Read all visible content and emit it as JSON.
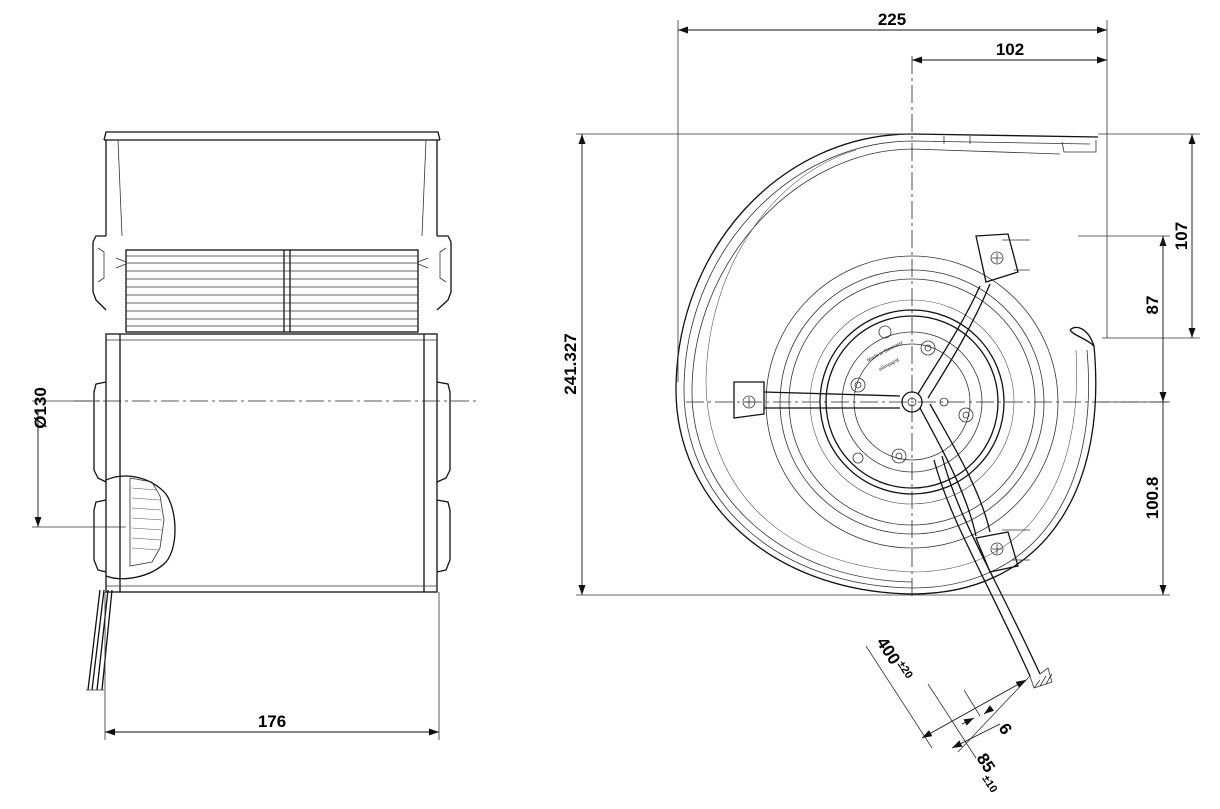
{
  "dimensions": {
    "side_width": "176",
    "side_diameter": "Ø130",
    "front_width": "225",
    "front_offset": "102",
    "front_height": "241.327",
    "outlet_107": "107",
    "outlet_87": "87",
    "center_lower": "100.8",
    "cable_length": "400",
    "cable_length_tol": "±20",
    "wire_strip": "6",
    "cable_end": "85",
    "cable_end_tol": "±10"
  },
  "label": {
    "made_in": "Made in Germany",
    "brand": "ebmpapst"
  }
}
